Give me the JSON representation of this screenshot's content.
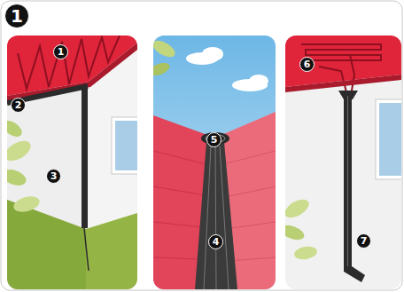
{
  "diagram": {
    "labels": [
      "1",
      "1",
      "2",
      "3",
      "4",
      "5",
      "6",
      "7"
    ]
  }
}
